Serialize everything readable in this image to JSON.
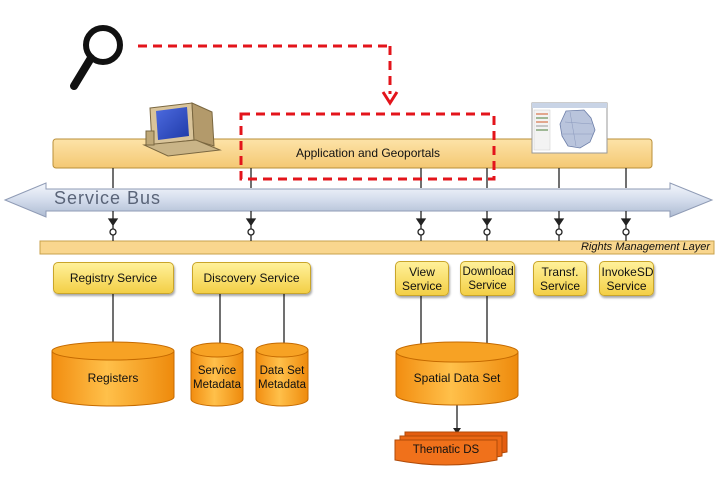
{
  "portal": {
    "label": "Application and Geoportals"
  },
  "service_bus": {
    "label": "Service Bus"
  },
  "rights_layer": {
    "label": "Rights Management Layer"
  },
  "services": {
    "registry": "Registry Service",
    "discovery": "Discovery Service",
    "view": "View Service",
    "download": "Download Service",
    "transf": "Transf. Service",
    "invoke": "InvokeSD Service"
  },
  "datastores": {
    "registers": "Registers",
    "service_metadata": "Service Metadata",
    "dataset_metadata": "Data Set Metadata",
    "spatial": "Spatial Data Set",
    "thematic": "Thematic DS"
  },
  "icons": {
    "search": "magnifier-icon",
    "computer": "computer-icon",
    "map": "map-screenshot-icon"
  },
  "colors": {
    "portal_fill": "#f9d68e",
    "service_fill": "#f7d94a",
    "store_fill": "#f6a11c",
    "thematic_fill": "#ee6a16",
    "bus_fill": "#d6e0f0",
    "dashed_red": "#e3141b"
  }
}
